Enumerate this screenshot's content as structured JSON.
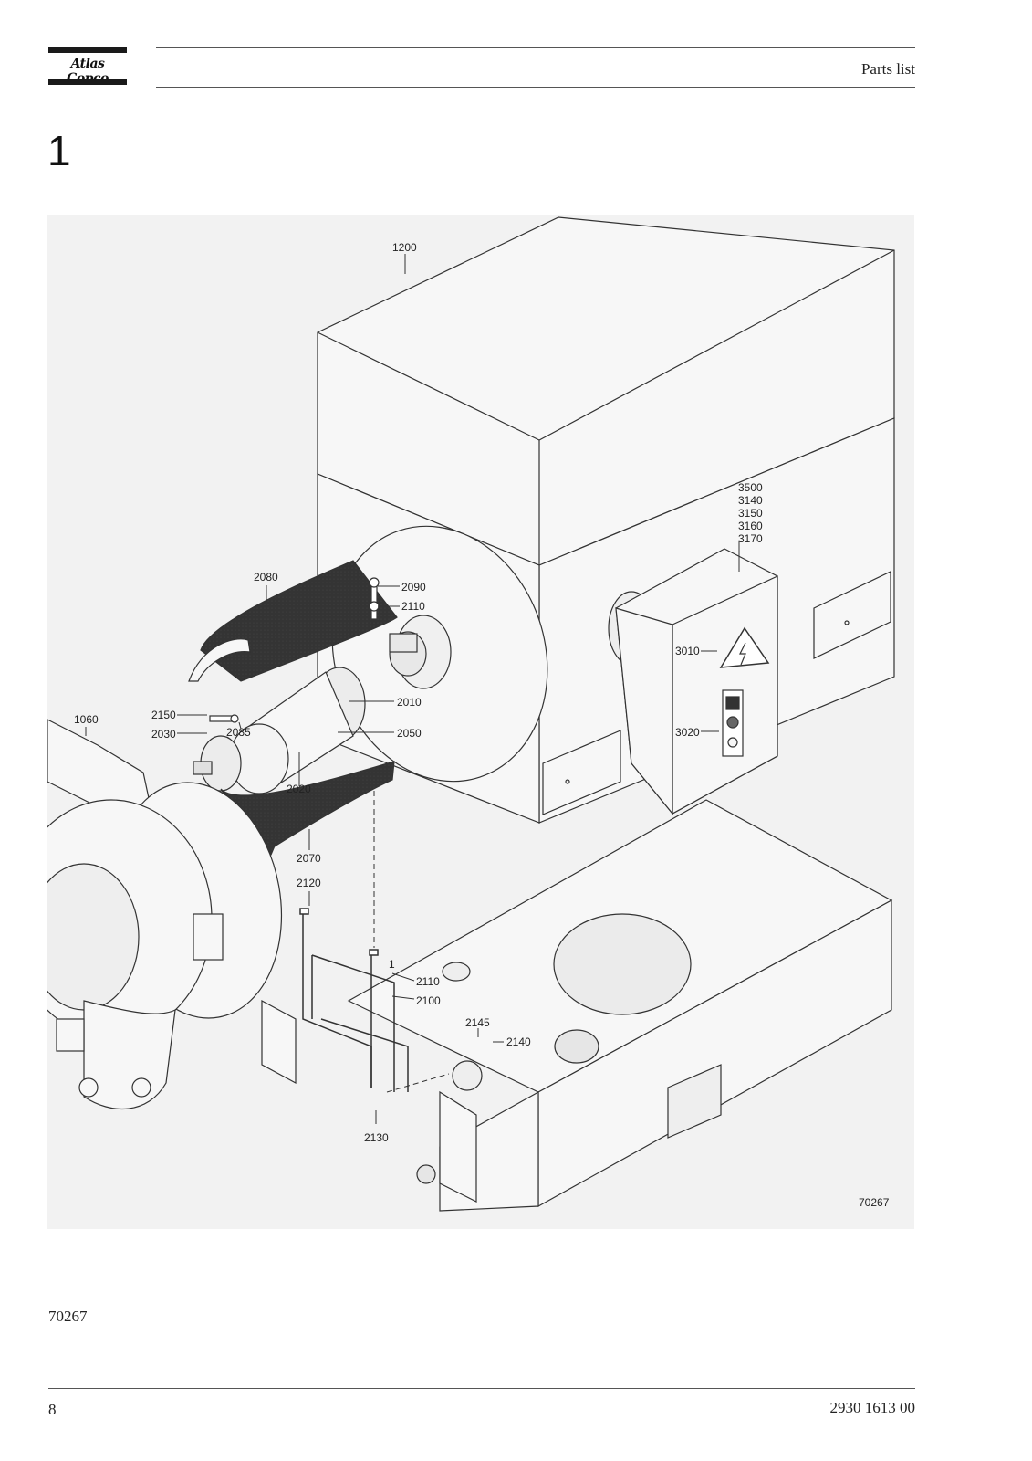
{
  "header": {
    "brand": "Atlas Copco",
    "title": "Parts list"
  },
  "section": {
    "number": "1"
  },
  "drawing": {
    "callouts": {
      "c1200": "1200",
      "c3500": "3500",
      "c3140": "3140",
      "c3150": "3150",
      "c3160": "3160",
      "c3170": "3170",
      "c2080": "2080",
      "c2090": "2090",
      "c2110a": "2110",
      "c3010": "3010",
      "c2010": "2010",
      "c2150": "2150",
      "c2085": "2085",
      "c1060": "1060",
      "c2030": "2030",
      "c2050": "2050",
      "c3020": "3020",
      "c2020": "2020",
      "c2070": "2070",
      "c2120": "2120",
      "c1": "1",
      "c2110b": "2110",
      "c2100": "2100",
      "c2145": "2145",
      "c2140": "2140",
      "c2130": "2130",
      "c70267": "70267"
    }
  },
  "footer": {
    "figure_id": "70267",
    "page_number": "8",
    "document_number": "2930 1613 00"
  }
}
